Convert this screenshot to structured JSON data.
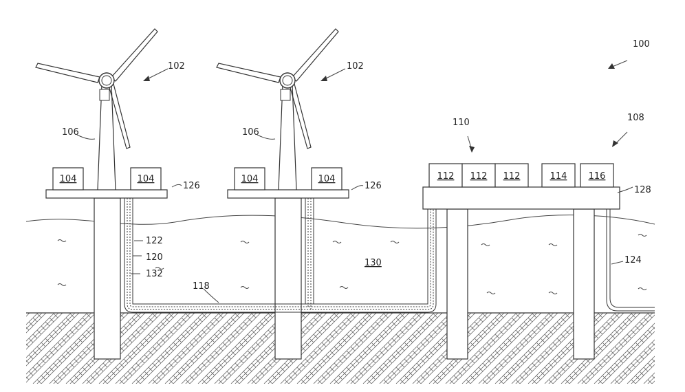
{
  "figure": {
    "ref_system": "100",
    "ref_turbine_left": "102",
    "ref_turbine_right": "102",
    "ref_tower_left": "106",
    "ref_tower_right": "106",
    "ref_platform_left": "126",
    "ref_platform_right": "126",
    "ref_substation_group": "110",
    "ref_substation": "108",
    "ref_substation_platform": "128",
    "ref_cable_outer": "122",
    "ref_cable_middle": "120",
    "ref_cable_inner": "132",
    "ref_cable_run": "118",
    "ref_water": "130",
    "ref_export_cable": "124",
    "turbine_boxes": [
      "104",
      "104",
      "104",
      "104"
    ],
    "substation_boxes": [
      "112",
      "112",
      "112",
      "114",
      "116"
    ]
  }
}
